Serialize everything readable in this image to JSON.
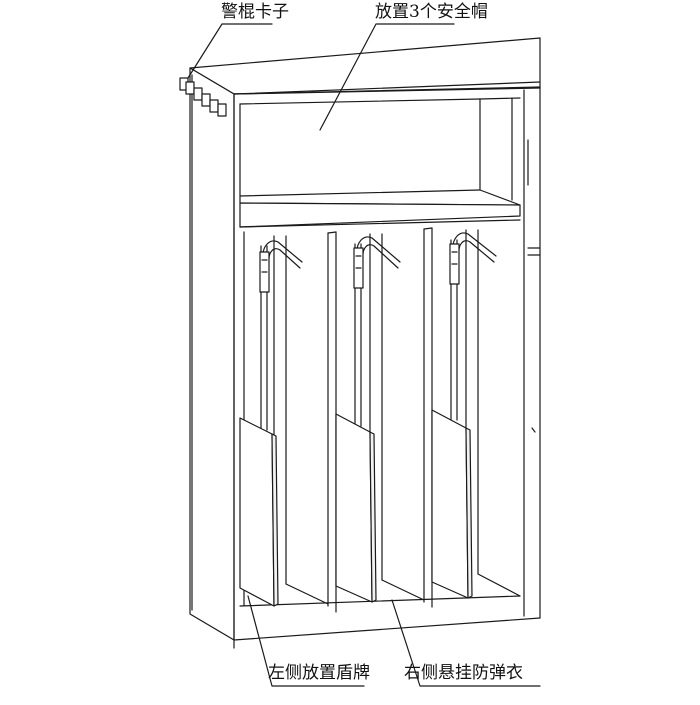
{
  "labels": {
    "baton_holder": "警棍卡子",
    "helmet_shelf": "放置3个安全帽",
    "shield_left": "左侧放置盾牌",
    "vest_right": "右侧悬挂防弹衣"
  },
  "colors": {
    "line": "#1a1a1a",
    "fill": "#ffffff",
    "shade": "#f2f2f2"
  }
}
